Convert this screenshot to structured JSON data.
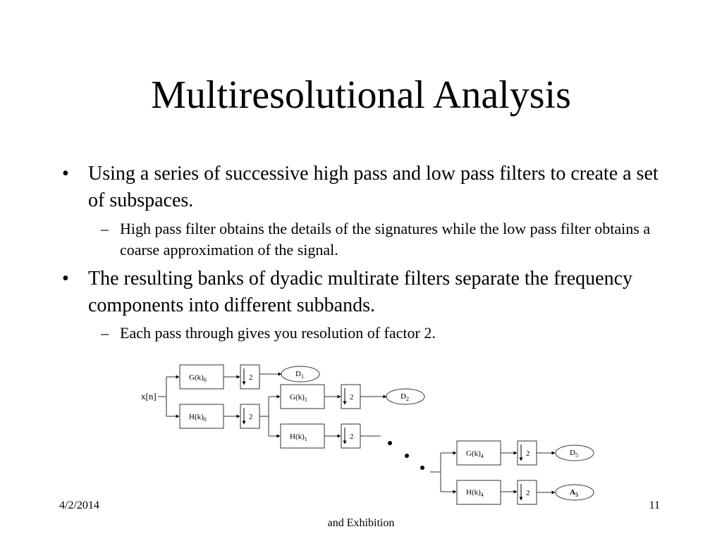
{
  "slide": {
    "title": "Multiresolutional Analysis",
    "bullet_char": "•",
    "dash_char": "–",
    "bullets": [
      {
        "text": "Using a series of successive high pass and low pass filters to create a set of subspaces.",
        "sub": "High pass filter obtains the details of the signatures while the low pass filter obtains a coarse approximation of the signal."
      },
      {
        "text": "The resulting banks of dyadic multirate filters separate the frequency components into different subbands.",
        "sub": "Each pass through gives you resolution of factor 2."
      }
    ]
  },
  "diagram": {
    "input": "x[n]",
    "downsample_factor": "2",
    "stages": [
      {
        "highpass": {
          "base": "G(k)",
          "sub": "0"
        },
        "detail": {
          "base": "D",
          "sub": "1"
        }
      },
      {
        "highpass": {
          "base": "G(k)",
          "sub": "1"
        },
        "detail": {
          "base": "D",
          "sub": "2"
        }
      },
      {
        "highpass": {
          "base": "G(k)",
          "sub": "4"
        },
        "detail": {
          "base": "D",
          "sub": "5"
        }
      }
    ],
    "lowpass": [
      {
        "base": "H(k)",
        "sub": "0"
      },
      {
        "base": "H(k)",
        "sub": "1"
      },
      {
        "base": "H(k)",
        "sub": "4"
      }
    ],
    "approximation": {
      "base": "A",
      "sub": "5"
    }
  },
  "footer": {
    "date": "4/2/2014",
    "center": "and Exhibition",
    "page": "11"
  }
}
